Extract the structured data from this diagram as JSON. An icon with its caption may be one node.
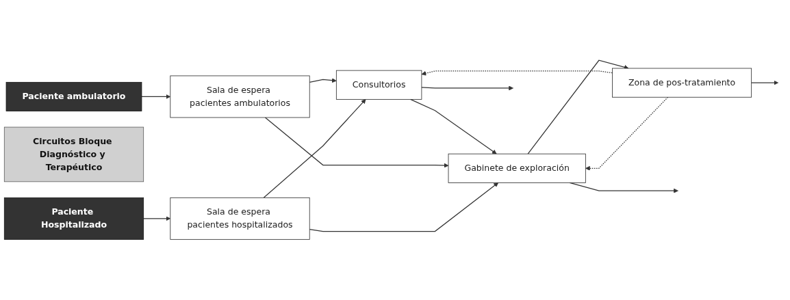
{
  "diagram": {
    "nodes": [
      {
        "text": [
          "Paciente ambulatorio"
        ]
      },
      {
        "text": [
          "Circuitos Bloque Diagnóstico y Terapéutico"
        ]
      },
      {
        "text": [
          "Sala de espera pacientes ambulatorios"
        ]
      },
      {
        "text": [
          "Sala de espera pacientes hospitalizados"
        ]
      },
      {
        "text": [
          "Consultorios"
        ]
      },
      {
        "text": [
          "Gabinete de exploración"
        ]
      },
      {
        "text": [
          "Zona de pos-tratamiento"
        ]
      },
      {
        "text": [
          "Paciente Hospitalizado"
        ]
      }
    ],
    "edges": [
      {
        "from": 0,
        "to": 2,
        "arrow": "to"
      },
      {
        "from": 7,
        "to": 3,
        "arrow": "to"
      },
      {
        "from": 2,
        "to": 4,
        "arrow": "to"
      },
      {
        "from": 3,
        "to": 4,
        "arrow": "to"
      },
      {
        "from": 4,
        "to": 5,
        "arrow": "to"
      },
      {
        "from": 5,
        "to": 6,
        "arrow": "to"
      },
      {
        "from": 6,
        "to": null,
        "arrow": "to"
      },
      {
        "from": 2,
        "to": 5,
        "arrow": "to"
      },
      {
        "from": 5,
        "to": null,
        "arrow": "to"
      },
      {
        "from": 6,
        "to": 4,
        "arrow": "to",
        "style": "dashed"
      },
      {
        "from": 6,
        "to": 5,
        "arrow": "to",
        "style": "dashed"
      },
      {
        "from": 3,
        "to": 5,
        "arrow": "to"
      },
      {
        "from": 4,
        "to": null,
        "arrow": "to"
      }
    ]
  }
}
